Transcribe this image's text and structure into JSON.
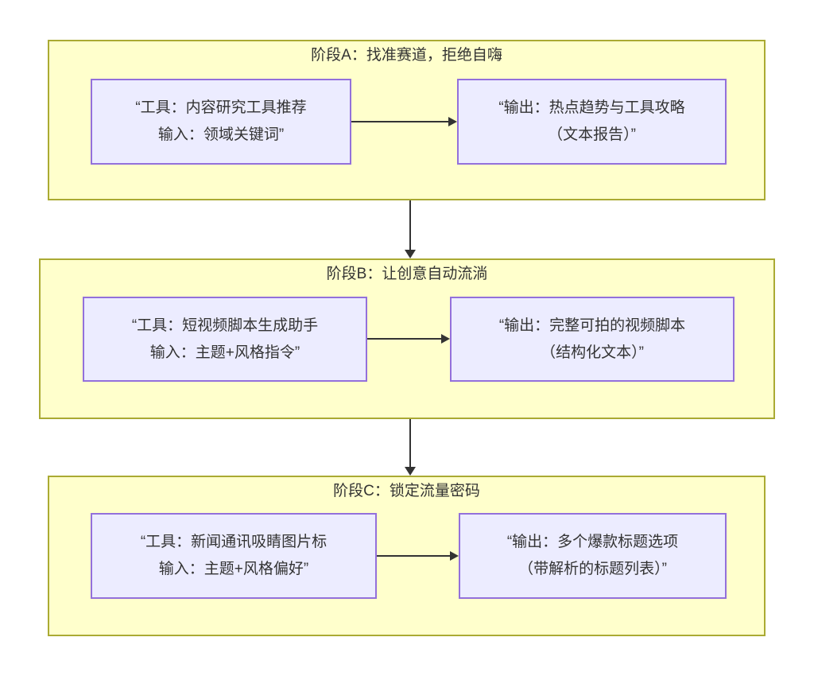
{
  "stages": [
    {
      "label": "A",
      "title": "阶段A：找准赛道，拒绝自嗨",
      "tool_node": {
        "line1": "“工具：内容研究工具推荐",
        "line2": "输入：领域关键词”"
      },
      "output_node": {
        "line1": "“输出：热点趋势与工具攻略",
        "line2": "（文本报告）”"
      }
    },
    {
      "label": "B",
      "title": "阶段B：让创意自动流淌",
      "tool_node": {
        "line1": "“工具：短视频脚本生成助手",
        "line2": "输入：主题+风格指令”"
      },
      "output_node": {
        "line1": "“输出：完整可拍的视频脚本",
        "line2": "（结构化文本）”"
      }
    },
    {
      "label": "C",
      "title": "阶段C：锁定流量密码",
      "tool_node": {
        "line1": "“工具：新闻通讯吸睛图片标",
        "line2": "输入：主题+风格偏好”"
      },
      "output_node": {
        "line1": "“输出：多个爆款标题选项",
        "line2": "（带解析的标题列表）”"
      }
    }
  ],
  "colors": {
    "stage_fill": "#ffffcc",
    "stage_border": "#aaaa33",
    "node_fill": "#ececff",
    "node_border": "#9370db",
    "arrow_color": "#333333",
    "text_color": "#333333"
  }
}
